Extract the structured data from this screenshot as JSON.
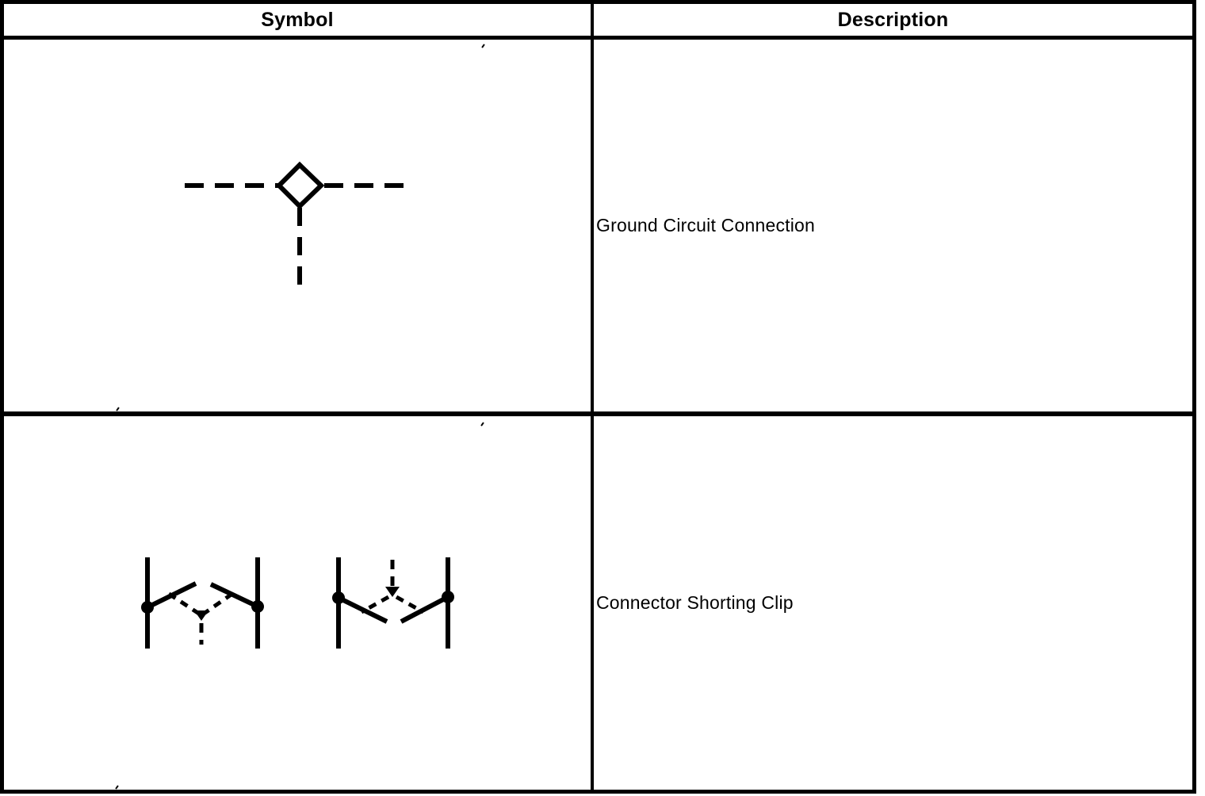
{
  "colors": {
    "line": "#000000",
    "text": "#000000",
    "background": "#ffffff",
    "border": "#000000"
  },
  "table": {
    "headers": [
      {
        "label": "Symbol"
      },
      {
        "label": "Description"
      }
    ],
    "rows": [
      {
        "symbol_icon": "ground-circuit-connection-symbol",
        "description": "Ground Circuit Connection"
      },
      {
        "symbol_icon": "connector-shorting-clip-symbol",
        "description": "Connector Shorting Clip"
      }
    ]
  }
}
